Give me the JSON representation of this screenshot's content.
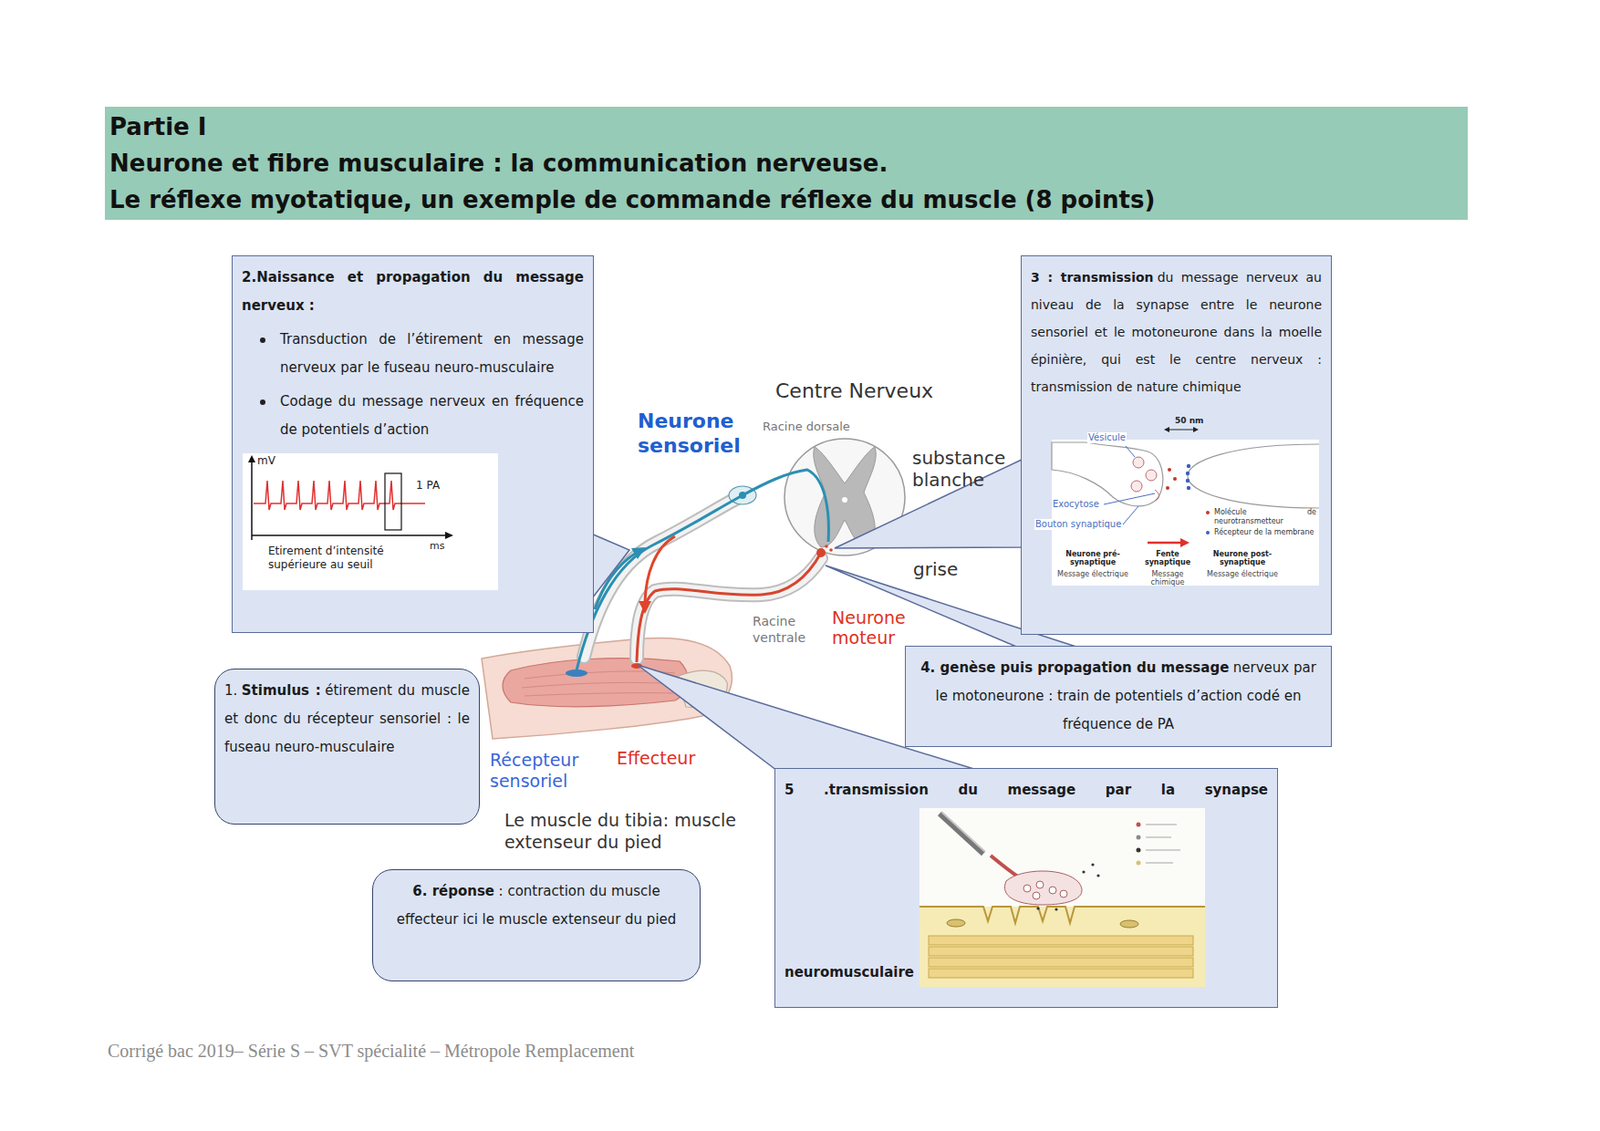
{
  "diagram": {
    "caption": "Corrigé bac 2019– Série S – SVT spécialité – Métropole Remplacement",
    "nodes": [
      {
        "text": [
          "Partie I",
          "Neurone et fibre musculaire : la communication nerveuse.",
          "Le réflexe myotatique, un exemple de commande réflexe du muscle (8 points)"
        ]
      },
      {
        "text": [
          "2.Naissance et propagation du message nerveux :",
          "Transduction de l’étirement en message nerveux par le fuseau neuro-musculaire",
          "Codage du message nerveux en fréquence de potentiels d’action"
        ]
      },
      {
        "text": [
          "3 : transmission",
          "du message nerveux au niveau de la synapse entre le neurone sensoriel et le motoneurone dans la moelle épinière, qui est le centre nerveux : transmission de nature chimique"
        ]
      },
      {
        "text": [
          "1.",
          "Stimulus :",
          "étirement du muscle et donc du récepteur sensoriel : le fuseau neuro-musculaire"
        ]
      },
      {
        "text": [
          "4. genèse puis propagation du message",
          "nerveux par le motoneurone : train de potentiels d’action codé en fréquence de PA"
        ]
      },
      {
        "text": [
          "5 .transmission du message par la synapse",
          "neuromusculaire"
        ]
      },
      {
        "text": [
          "6. réponse",
          ": contraction du muscle effecteur ici le muscle extenseur du pied"
        ]
      }
    ],
    "labels": [
      "Centre Nerveux",
      "Neurone sensoriel",
      "Racine dorsale",
      "substance blanche",
      "grise",
      "Racine ventrale",
      "Neurone moteur",
      "Récepteur sensoriel",
      "Effecteur",
      "Le muscle du tibia: muscle extenseur du pied",
      "mV",
      "1 PA",
      "ms",
      "Etirement d’intensité supérieure au seuil",
      "50 nm",
      "Vésicule",
      "Exocytose",
      "Bouton synaptique",
      "Molécule de neurotransmetteur",
      "Récepteur de la membrane",
      "Neurone pré-synaptique",
      "Message électrique",
      "Fente synaptique",
      "Message chimique",
      "Neurone post-synaptique",
      "Message électrique"
    ]
  }
}
